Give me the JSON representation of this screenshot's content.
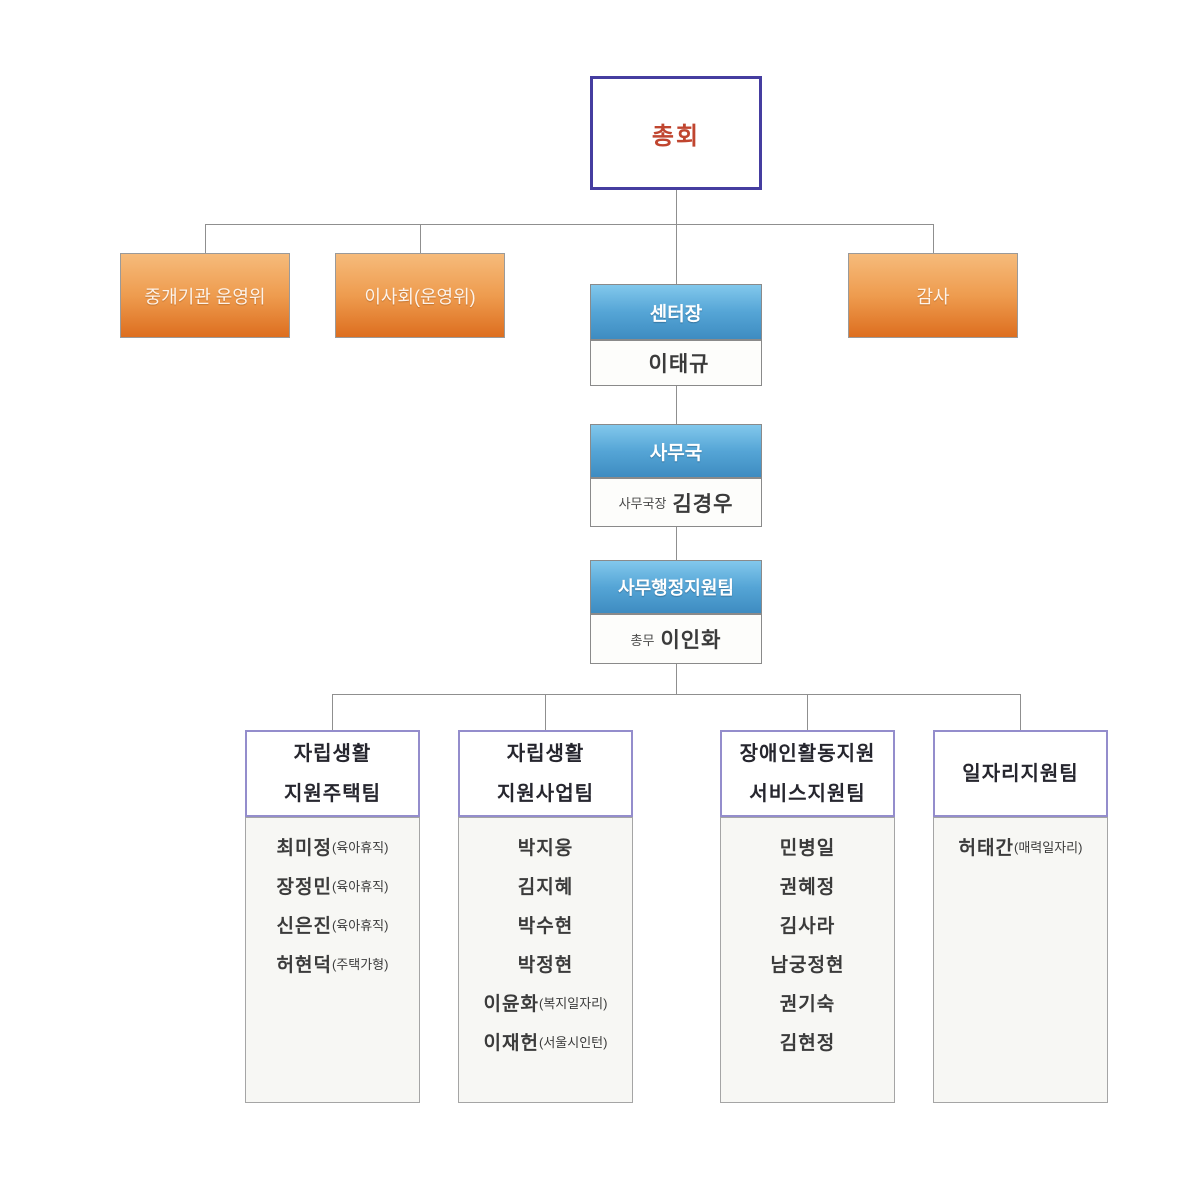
{
  "root": {
    "label": "총회"
  },
  "committees": [
    {
      "label": "중개기관 운영위"
    },
    {
      "label": "이사회(운영위)"
    },
    {
      "label": "감사"
    }
  ],
  "chain": [
    {
      "title": "센터장",
      "role": "",
      "name": "이태규"
    },
    {
      "title": "사무국",
      "role": "사무국장",
      "name": "김경우"
    },
    {
      "title": "사무행정지원팀",
      "role": "총무",
      "name": "이인화"
    }
  ],
  "teams": [
    {
      "title_line1": "자립생활",
      "title_line2": "지원주택팀",
      "members": [
        {
          "name": "최미정",
          "note": "(육아휴직)"
        },
        {
          "name": "장정민",
          "note": "(육아휴직)"
        },
        {
          "name": "신은진",
          "note": "(육아휴직)"
        },
        {
          "name": "허현덕",
          "note": "(주택가형)"
        }
      ]
    },
    {
      "title_line1": "자립생활",
      "title_line2": "지원사업팀",
      "members": [
        {
          "name": "박지웅",
          "note": ""
        },
        {
          "name": "김지혜",
          "note": ""
        },
        {
          "name": "박수현",
          "note": ""
        },
        {
          "name": "박정현",
          "note": ""
        },
        {
          "name": "이윤화",
          "note": "(복지일자리)"
        },
        {
          "name": "이재헌",
          "note": "(서울시인턴)"
        }
      ]
    },
    {
      "title_line1": "장애인활동지원",
      "title_line2": "서비스지원팀",
      "members": [
        {
          "name": "민병일",
          "note": ""
        },
        {
          "name": "권혜정",
          "note": ""
        },
        {
          "name": "김사라",
          "note": ""
        },
        {
          "name": "남궁정현",
          "note": ""
        },
        {
          "name": "권기숙",
          "note": ""
        },
        {
          "name": "김현정",
          "note": ""
        }
      ]
    },
    {
      "title_line1": "일자리지원팀",
      "title_line2": "",
      "members": [
        {
          "name": "허태간",
          "note": "(매력일자리)"
        }
      ]
    }
  ],
  "colors": {
    "root_border": "#453da0",
    "root_text": "#c0452f",
    "orange_top": "#f6bb7b",
    "orange_bottom": "#dd6e1f",
    "blue_top": "#82c8ec",
    "blue_bottom": "#3e8cc1",
    "team_border": "#948dcc",
    "connector": "#8f8f8f"
  }
}
